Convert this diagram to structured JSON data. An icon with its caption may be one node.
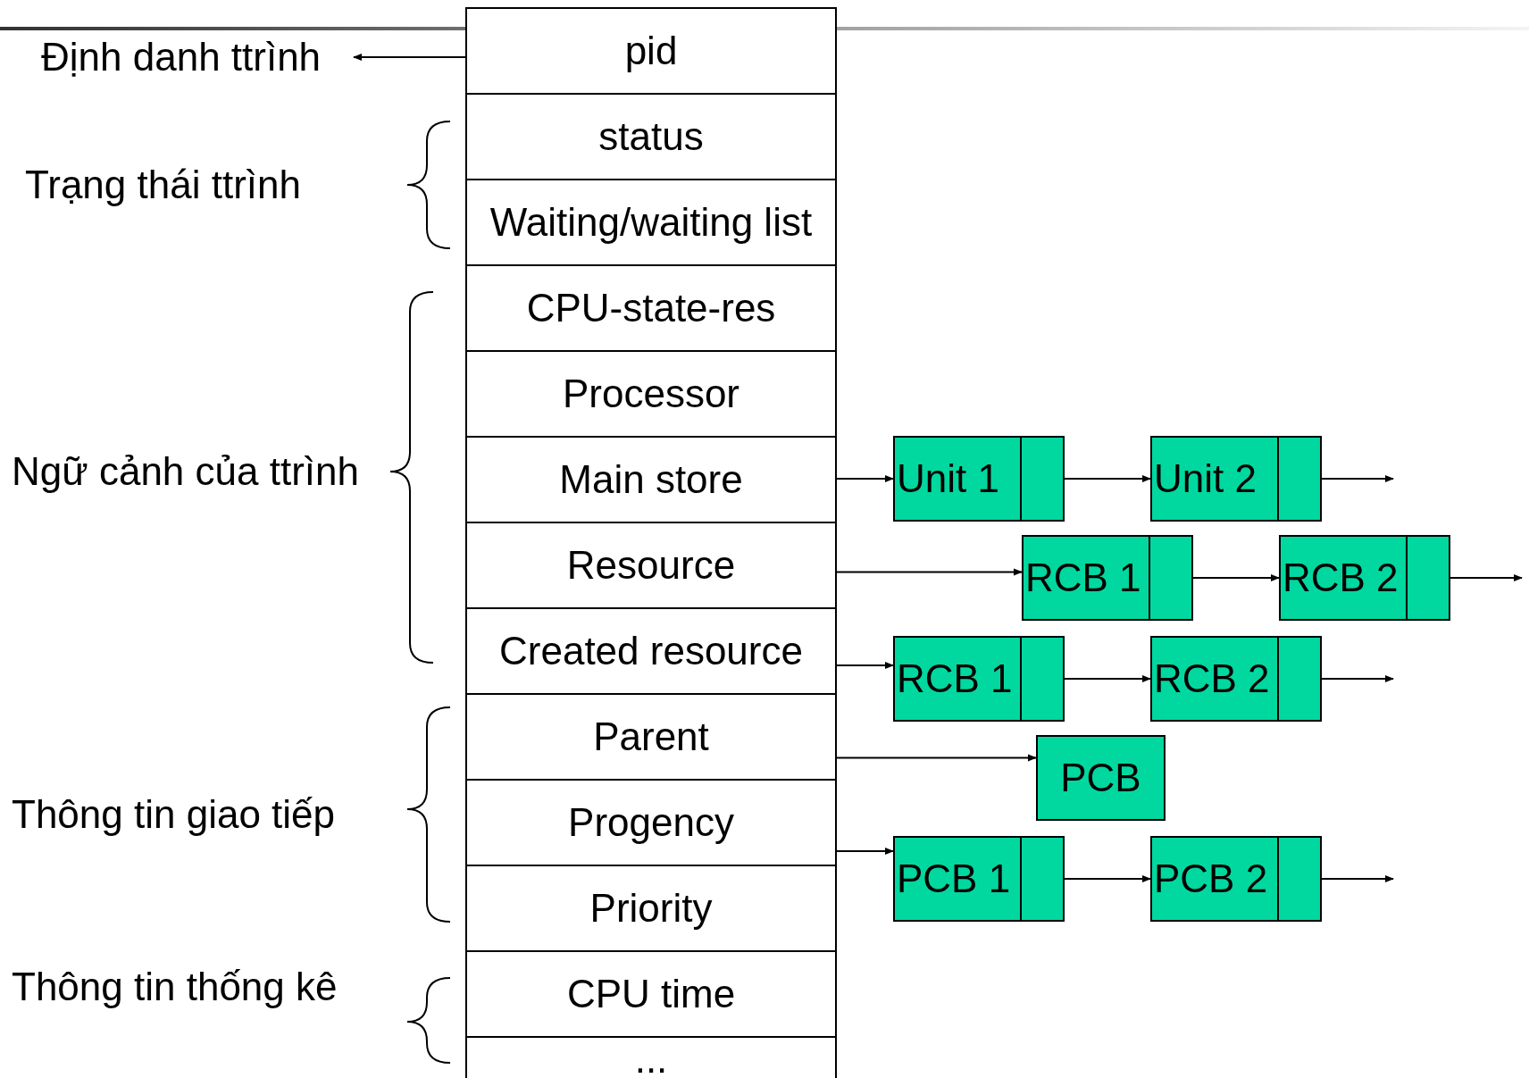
{
  "diagram": {
    "nodes": [
      {
        "text": [
          "Định danh ttrình"
        ]
      },
      {
        "text": [
          "pid"
        ]
      },
      {
        "text": [
          "status"
        ]
      },
      {
        "text": [
          "Waiting/waiting list"
        ]
      },
      {
        "text": [
          "CPU-state-res"
        ]
      },
      {
        "text": [
          "Processor"
        ]
      },
      {
        "text": [
          "Main store"
        ]
      },
      {
        "text": [
          "Resource"
        ]
      },
      {
        "text": [
          "Created resource"
        ]
      },
      {
        "text": [
          "Parent"
        ]
      },
      {
        "text": [
          "Progency"
        ]
      },
      {
        "text": [
          "Priority"
        ]
      },
      {
        "text": [
          "CPU time"
        ]
      },
      {
        "text": [
          "..."
        ]
      },
      {
        "text": [
          "Unit 1"
        ]
      },
      {
        "text": [
          "Unit 2"
        ]
      },
      {
        "text": [
          "RCB 1"
        ]
      },
      {
        "text": [
          "RCB 2"
        ]
      },
      {
        "text": [
          "RCB 1"
        ]
      },
      {
        "text": [
          "RCB 2"
        ]
      },
      {
        "text": [
          "PCB"
        ]
      },
      {
        "text": [
          "PCB 1"
        ]
      },
      {
        "text": [
          "PCB 2"
        ]
      }
    ],
    "edges": [
      {
        "from": 1,
        "to": 0,
        "arrow": "to"
      },
      {
        "from": 6,
        "to": 14,
        "arrow": "to"
      },
      {
        "from": 14,
        "to": 15,
        "arrow": "to"
      },
      {
        "from": 15,
        "to": null,
        "arrow": "to"
      },
      {
        "from": 7,
        "to": 16,
        "arrow": "to"
      },
      {
        "from": 16,
        "to": 17,
        "arrow": "to"
      },
      {
        "from": 17,
        "to": null,
        "arrow": "to"
      },
      {
        "from": 8,
        "to": 18,
        "arrow": "to"
      },
      {
        "from": 18,
        "to": 19,
        "arrow": "to"
      },
      {
        "from": 19,
        "to": null,
        "arrow": "to"
      },
      {
        "from": 9,
        "to": 20,
        "arrow": "to"
      },
      {
        "from": 10,
        "to": 21,
        "arrow": "to"
      },
      {
        "from": 21,
        "to": 22,
        "arrow": "to"
      },
      {
        "from": 22,
        "to": null,
        "arrow": "to"
      }
    ],
    "labels": [
      "Trạng thái ttrình",
      "Ngữ cảnh của ttrình",
      "Thông tin giao tiếp",
      "Thông tin thống kê"
    ]
  }
}
